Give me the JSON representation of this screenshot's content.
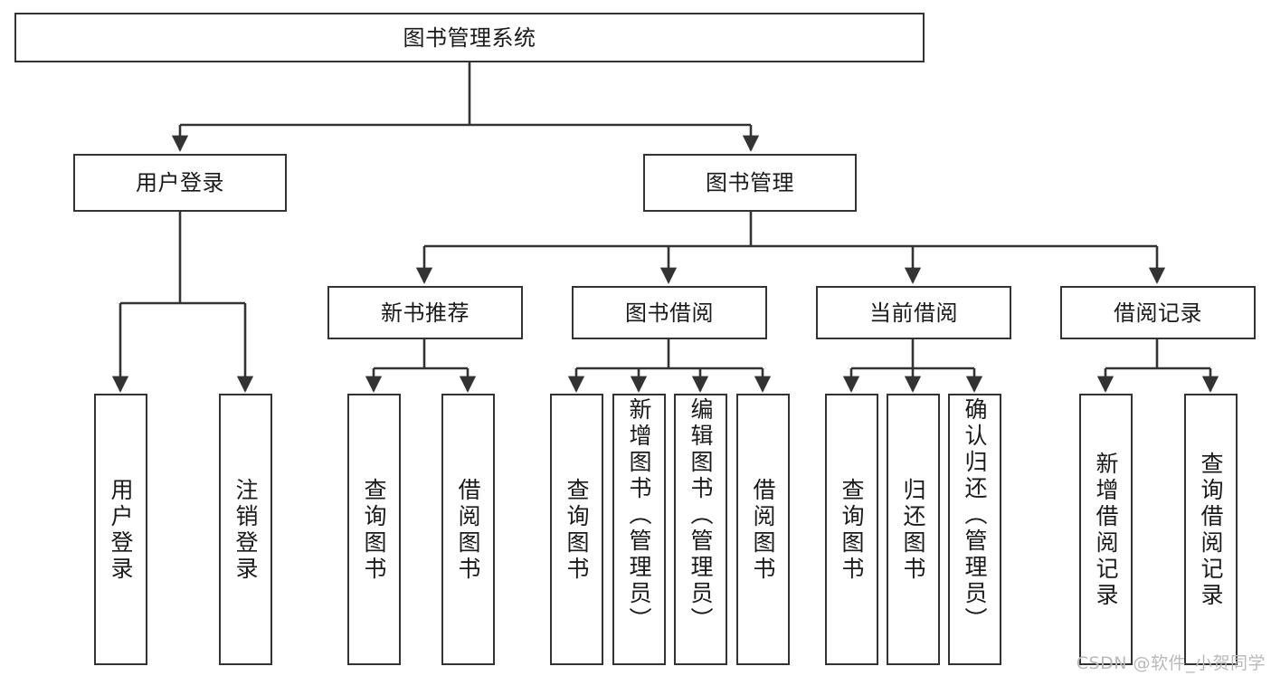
{
  "diagram": {
    "type": "tree",
    "title": "图书管理系统",
    "watermark": "CSDN @软件_小贺同学",
    "colors": {
      "stroke": "#333333",
      "fill": "#ffffff",
      "text": "#1a1a1a",
      "watermark": "#b9b9b9"
    },
    "nodes": {
      "root": {
        "label": "图书管理系统"
      },
      "level2": [
        {
          "label": "用户登录"
        },
        {
          "label": "图书管理"
        }
      ],
      "level3": [
        {
          "label": "新书推荐"
        },
        {
          "label": "图书借阅"
        },
        {
          "label": "当前借阅"
        },
        {
          "label": "借阅记录"
        }
      ],
      "leaves": [
        {
          "label": "用户登录"
        },
        {
          "label": "注销登录"
        },
        {
          "label": "查询图书"
        },
        {
          "label": "借阅图书"
        },
        {
          "label": "查询图书"
        },
        {
          "label": "新增图书（管理员）"
        },
        {
          "label": "编辑图书（管理员）"
        },
        {
          "label": "借阅图书"
        },
        {
          "label": "查询图书"
        },
        {
          "label": "归还图书"
        },
        {
          "label": "确认归还（管理员）"
        },
        {
          "label": "新增借阅记录"
        },
        {
          "label": "查询借阅记录"
        }
      ]
    },
    "edges": [
      {
        "from": "图书管理系统",
        "to": "用户登录"
      },
      {
        "from": "图书管理系统",
        "to": "图书管理"
      },
      {
        "from": "用户登录",
        "to": "用户登录"
      },
      {
        "from": "用户登录",
        "to": "注销登录"
      },
      {
        "from": "图书管理",
        "to": "新书推荐"
      },
      {
        "from": "图书管理",
        "to": "图书借阅"
      },
      {
        "from": "图书管理",
        "to": "当前借阅"
      },
      {
        "from": "图书管理",
        "to": "借阅记录"
      },
      {
        "from": "新书推荐",
        "to": "查询图书"
      },
      {
        "from": "新书推荐",
        "to": "借阅图书"
      },
      {
        "from": "图书借阅",
        "to": "查询图书"
      },
      {
        "from": "图书借阅",
        "to": "新增图书（管理员）"
      },
      {
        "from": "图书借阅",
        "to": "编辑图书（管理员）"
      },
      {
        "from": "图书借阅",
        "to": "借阅图书"
      },
      {
        "from": "当前借阅",
        "to": "查询图书"
      },
      {
        "from": "当前借阅",
        "to": "归还图书"
      },
      {
        "from": "当前借阅",
        "to": "确认归还（管理员）"
      },
      {
        "from": "借阅记录",
        "to": "新增借阅记录"
      },
      {
        "from": "借阅记录",
        "to": "查询借阅记录"
      }
    ]
  }
}
